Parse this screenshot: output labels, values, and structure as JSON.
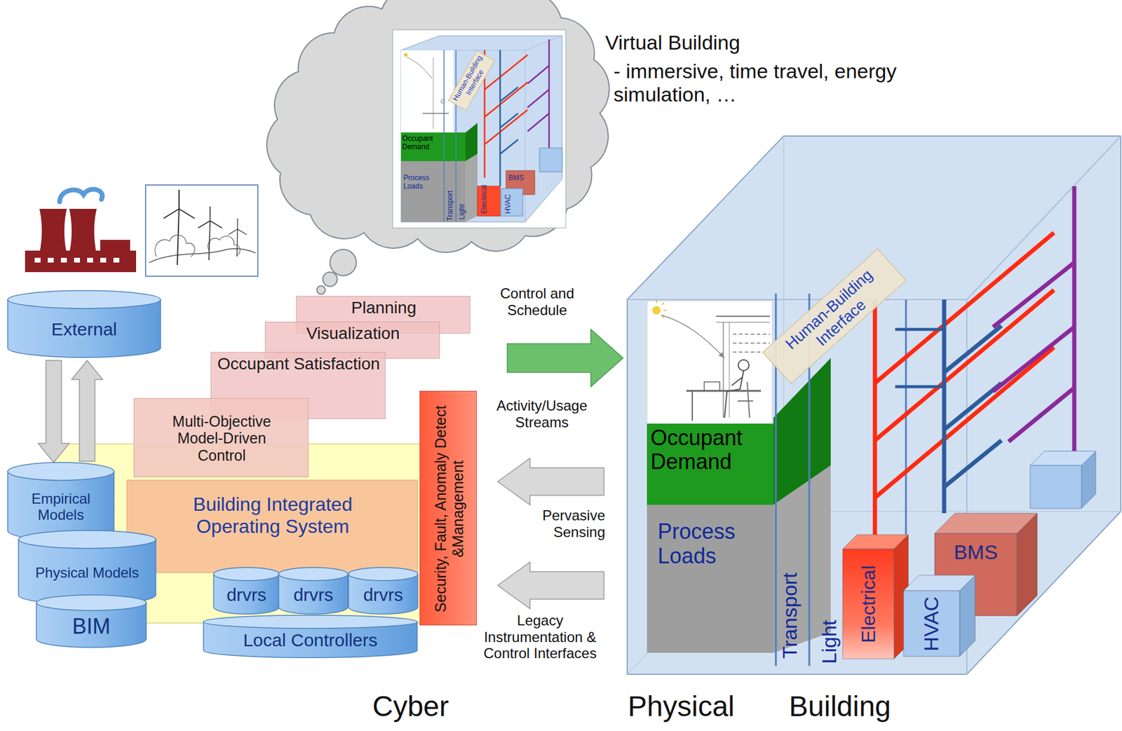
{
  "diagram": {
    "nodes": [
      {
        "text": [
          "External"
        ]
      },
      {
        "text": [
          "Planning"
        ]
      },
      {
        "text": [
          "Visualization"
        ]
      },
      {
        "text": [
          "Occupant Satisfaction"
        ]
      },
      {
        "text": [
          "Multi-Objective Model-Driven Control"
        ]
      },
      {
        "text": [
          "Building Integrated Operating System"
        ]
      },
      {
        "text": [
          "Security, Fault, Anomaly Detect &Management"
        ]
      },
      {
        "text": [
          "Empirical Models"
        ]
      },
      {
        "text": [
          "Physical Models"
        ]
      },
      {
        "text": [
          "BIM"
        ]
      },
      {
        "text": [
          "drvrs"
        ]
      },
      {
        "text": [
          "drvrs"
        ]
      },
      {
        "text": [
          "drvrs"
        ]
      },
      {
        "text": [
          "Local Controllers"
        ]
      },
      {
        "text": [
          "Human-Building Interface"
        ]
      },
      {
        "text": [
          "Occupant Demand"
        ]
      },
      {
        "text": [
          "Process Loads"
        ]
      },
      {
        "text": [
          "BMS"
        ]
      },
      {
        "text": [
          "Electrical"
        ]
      },
      {
        "text": [
          "HVAC"
        ]
      }
    ],
    "edges": [
      {
        "from": 0,
        "to": 7,
        "arrow": "to"
      },
      {
        "from": 7,
        "to": 0,
        "arrow": "to"
      }
    ],
    "labels": [
      "Virtual Building",
      "- immersive, time travel, energy simulation, …",
      "Human-Building Interface",
      "Occupant Demand",
      "Process Loads",
      "Transport",
      "Light",
      "Electrical",
      "HVAC",
      "BMS",
      "Control and Schedule",
      "Activity/Usage Streams",
      "Pervasive Sensing",
      "Legacy Instrumentation & Control Interfaces",
      "Transport",
      "Light",
      "Cyber",
      "Physical",
      "Building"
    ]
  }
}
